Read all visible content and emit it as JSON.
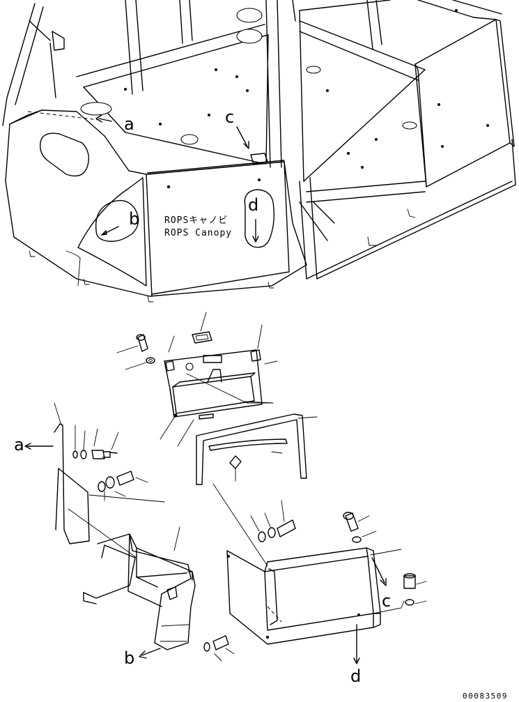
{
  "callouts": {
    "a": "a",
    "b": "b",
    "c": "c",
    "d": "d"
  },
  "canopy_label": {
    "line1": "ROPSキャノビ",
    "line2": "ROPS Canopy"
  },
  "drawing_code": "00083509"
}
